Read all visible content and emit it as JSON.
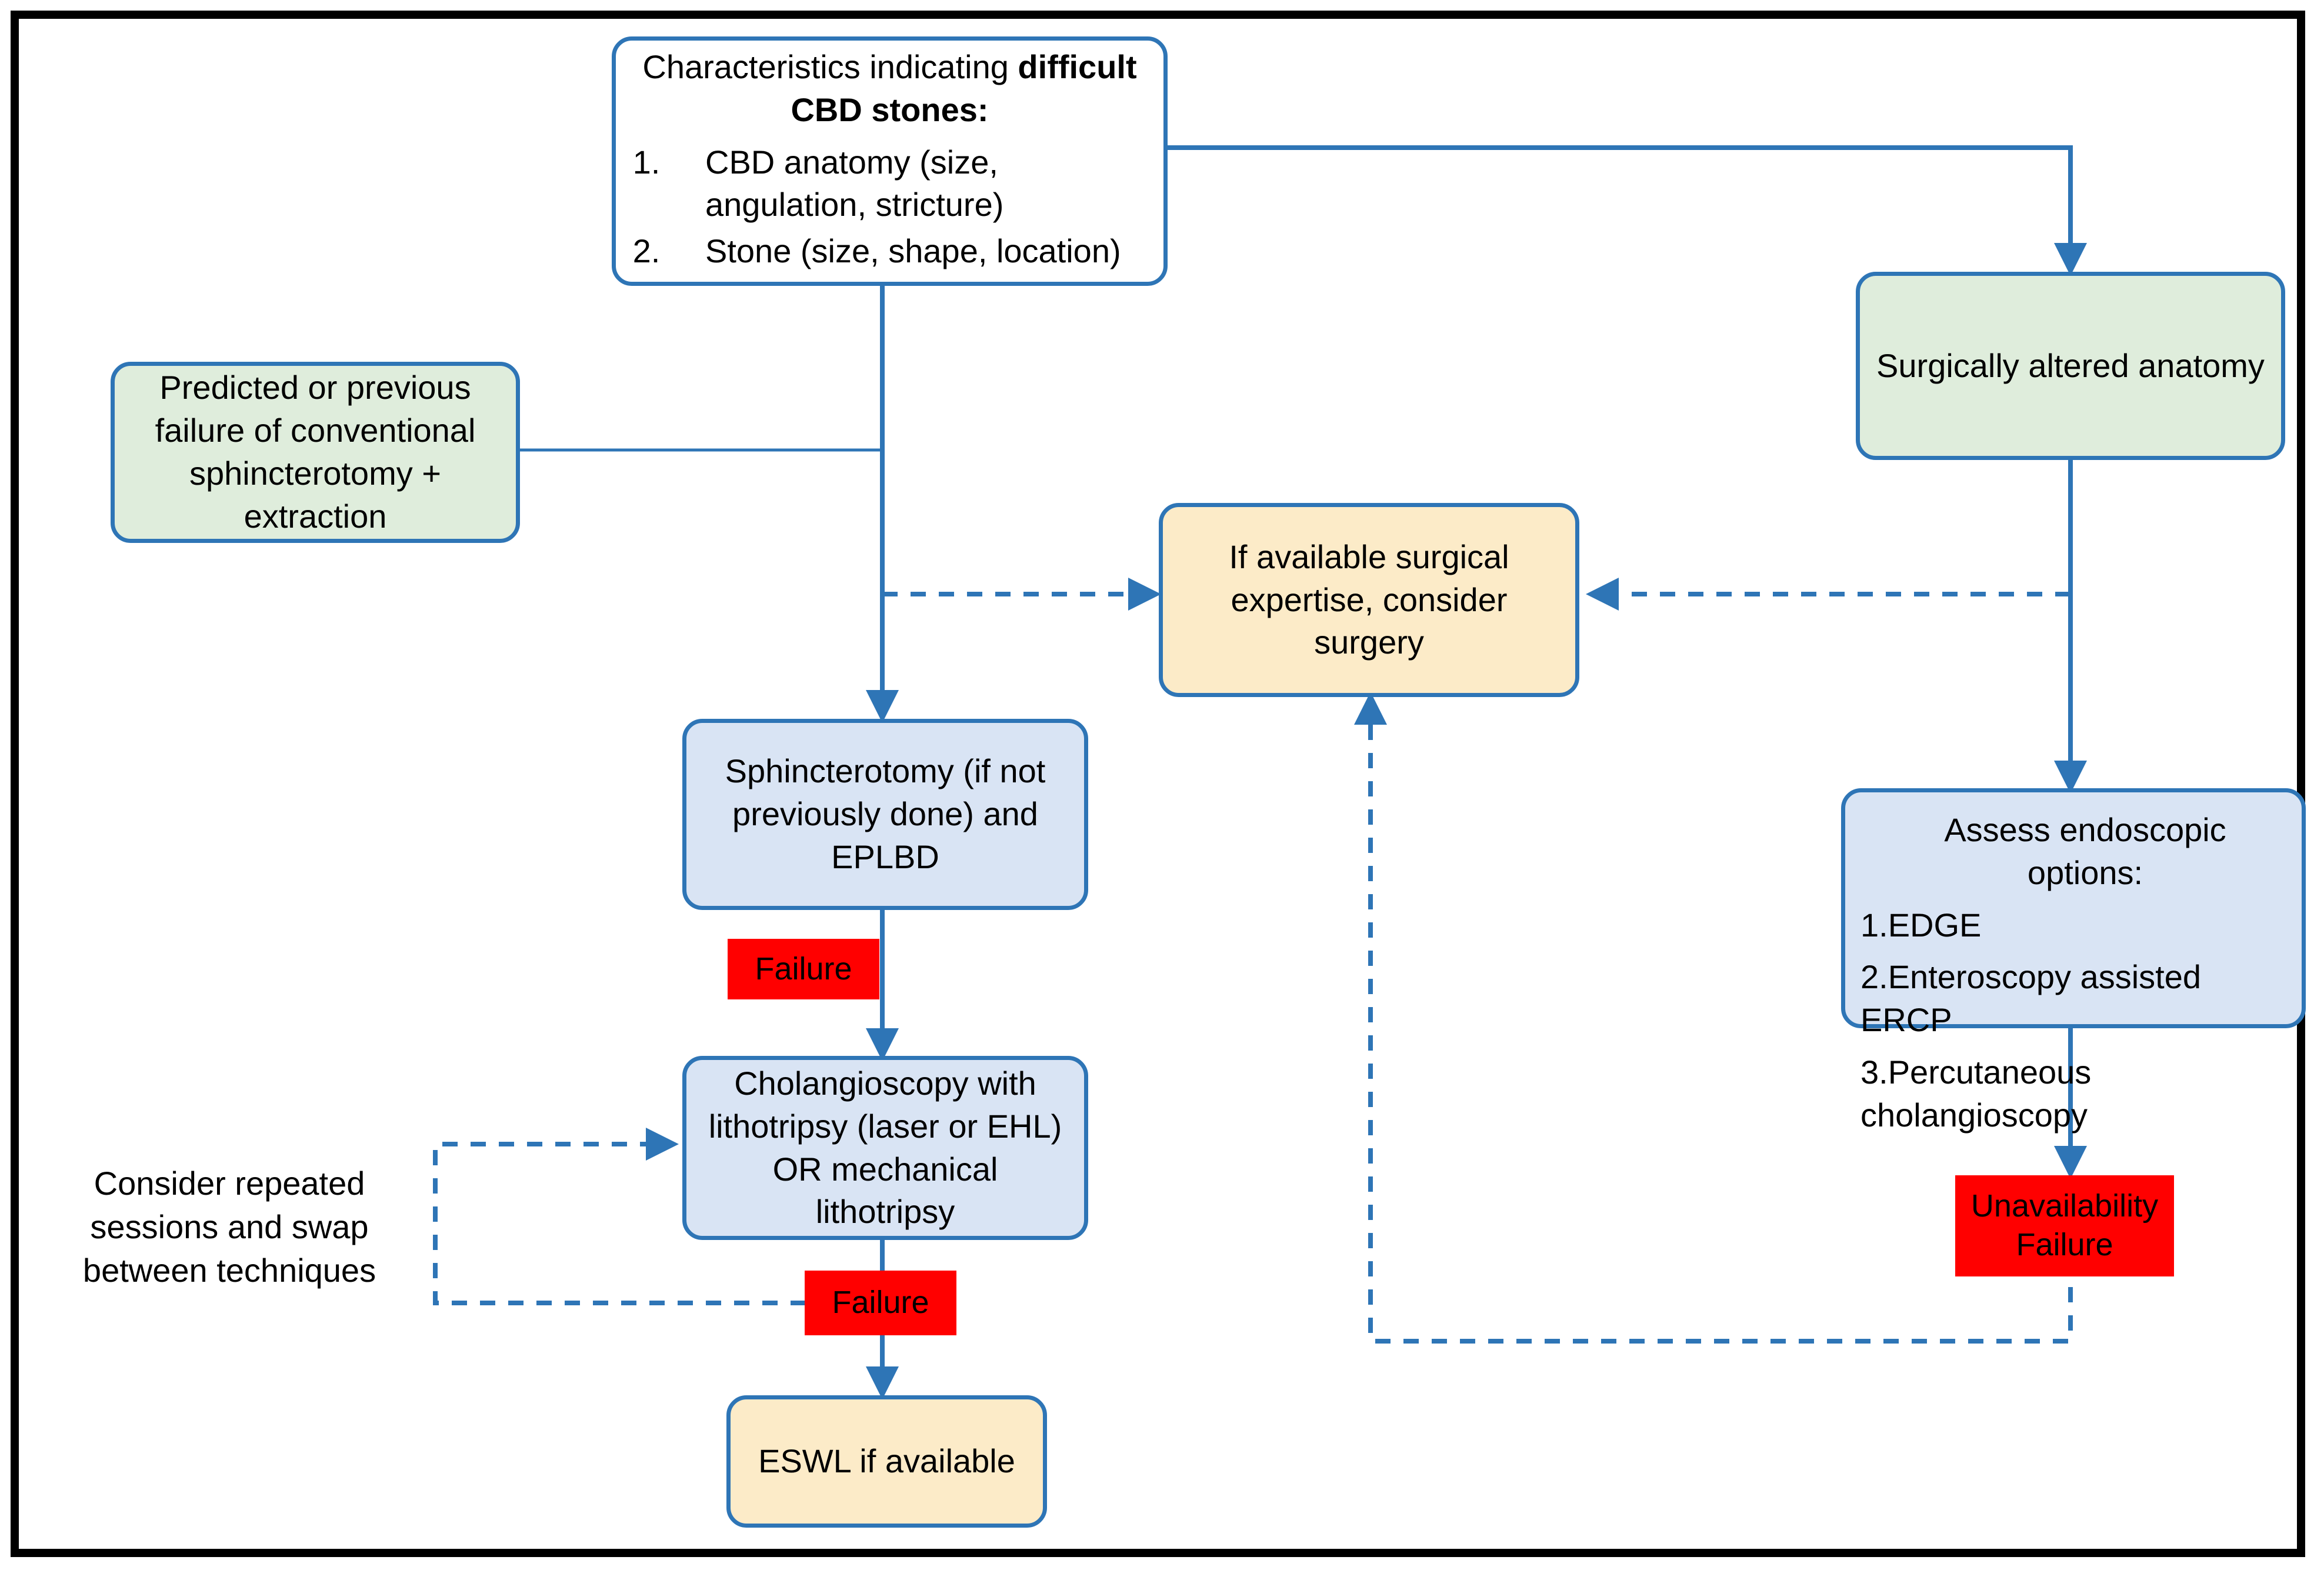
{
  "diagram": {
    "title_accent_color": "#2E75B6",
    "failure_color": "#FF0000",
    "nodes": {
      "difficult_cbd": {
        "title_prefix": "Characteristics indicating ",
        "title_bold": "difficult CBD stones:",
        "items": [
          "CBD anatomy (size, angulation, stricture)",
          "Stone (size, shape, location)"
        ]
      },
      "predicted_failure": "Predicted or previous failure of conventional sphincterotomy + extraction",
      "surgically_altered": "Surgically altered anatomy",
      "consider_surgery": "If available surgical expertise, consider surgery",
      "sphincterotomy": "Sphincterotomy (if not previously done) and EPLBD",
      "cholangioscopy": "Cholangioscopy with lithotripsy (laser or EHL) OR mechanical lithotripsy",
      "eswl": "ESWL if available",
      "assess_endoscopic": {
        "heading": "Assess endoscopic options:",
        "options": [
          "1.EDGE",
          "2.Enteroscopy assisted ERCP",
          "3.Percutaneous cholangioscopy"
        ]
      }
    },
    "labels": {
      "failure_1": "Failure",
      "failure_2": "Failure",
      "unavailability_failure": "Unavailability Failure",
      "consider_repeated": "Consider repeated sessions and swap between techniques"
    }
  }
}
